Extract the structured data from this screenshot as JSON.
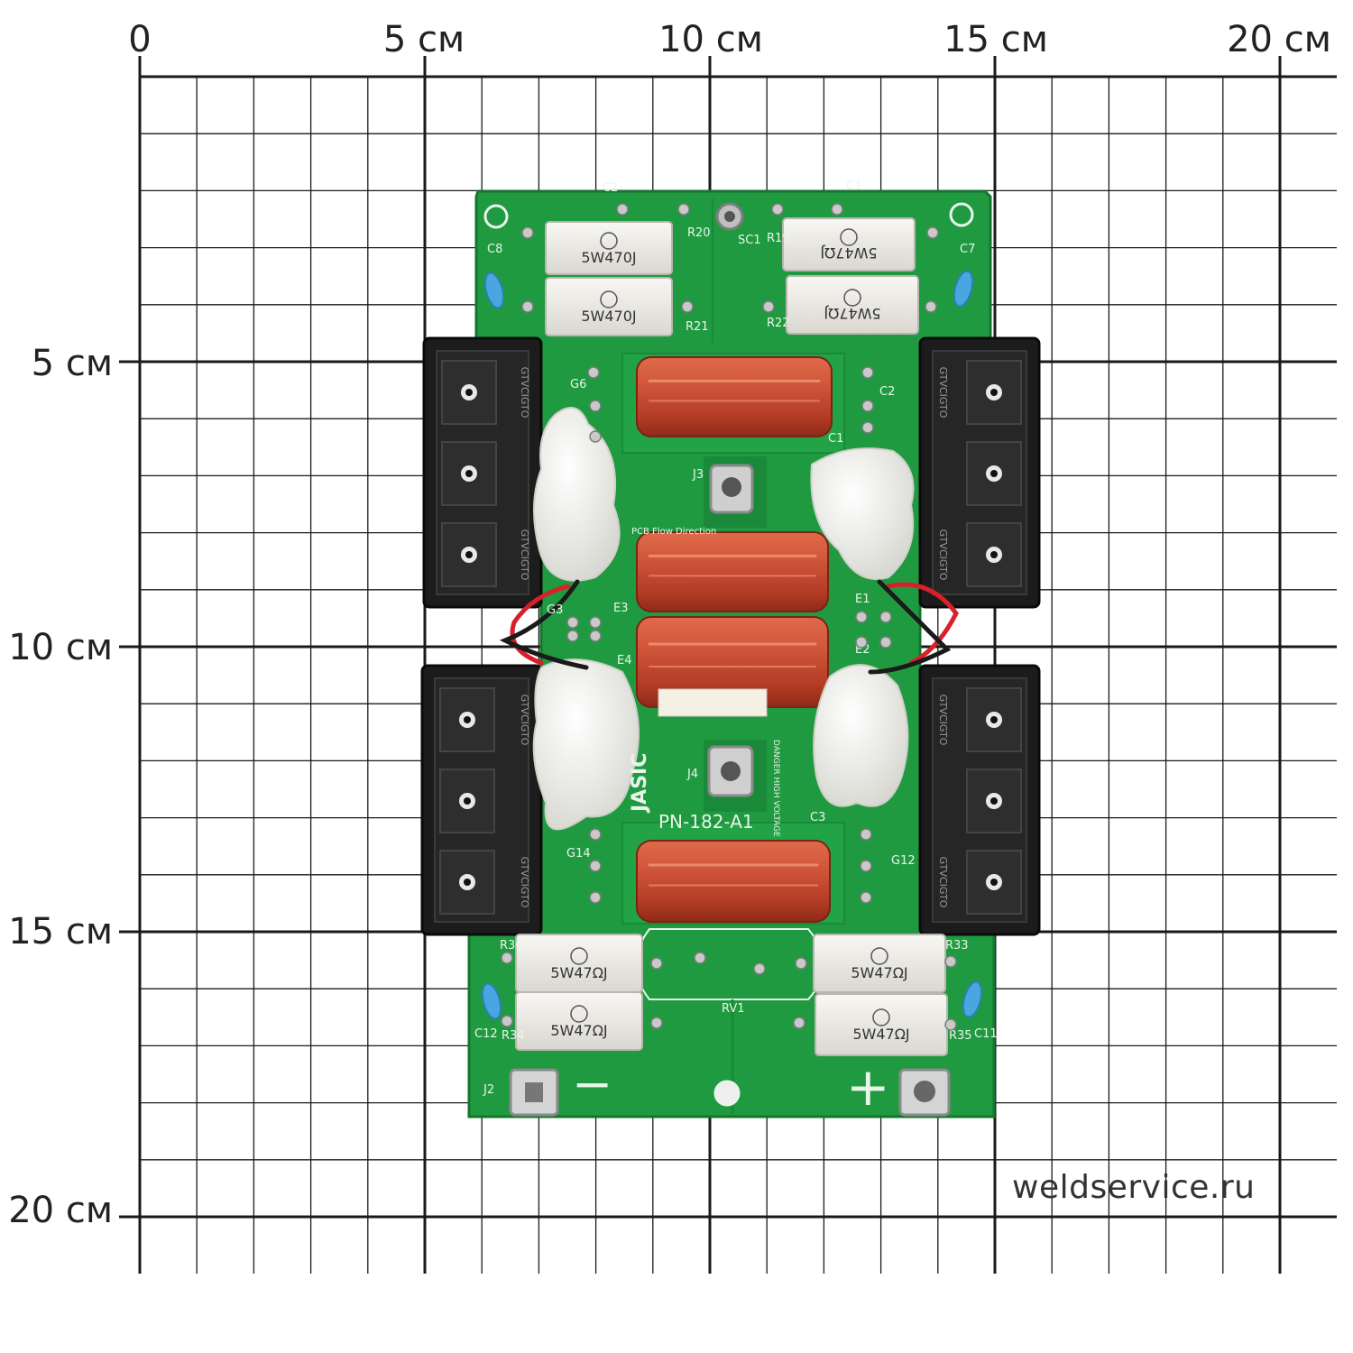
{
  "ruler": {
    "x_labels": [
      "0",
      "5 см",
      "10 см",
      "15 см",
      "20 см"
    ],
    "y_labels": [
      "5 см",
      "10 см",
      "15 см",
      "20 см"
    ]
  },
  "watermark": "weldservice.ru",
  "board": {
    "brand": "JASIC",
    "part_number": "PN-182-A1",
    "resistor_marking": "5W470J",
    "resistor_marking_alt": "5W47ΩJ",
    "module_marking": "GTVCIGTO",
    "component_refs": [
      "C2",
      "C1",
      "SC1",
      "R20",
      "R19",
      "C8",
      "C7",
      "R21",
      "R22",
      "G6",
      "C2",
      "C1",
      "J3",
      "E3",
      "G3",
      "E1",
      "E2",
      "E4",
      "J4",
      "C3",
      "G14",
      "G12",
      "R36",
      "R33",
      "RV1",
      "C12",
      "R34",
      "R35",
      "C11",
      "J2"
    ],
    "silkscreen": {
      "flow": "PCB Flow Direction",
      "warning": "DANGER HIGH VOLTAGE",
      "plus": "+",
      "minus": "−"
    }
  },
  "colors": {
    "pcb": "#1f9a40",
    "pcb_dark": "#17803a",
    "capacitor": "#c8492f",
    "module": "#1c1c1c",
    "grid": "#1a1a1a",
    "resistor": "#efeeea",
    "paste": "#f2f2ef",
    "ceramic_cap": "#4aa6e0"
  }
}
